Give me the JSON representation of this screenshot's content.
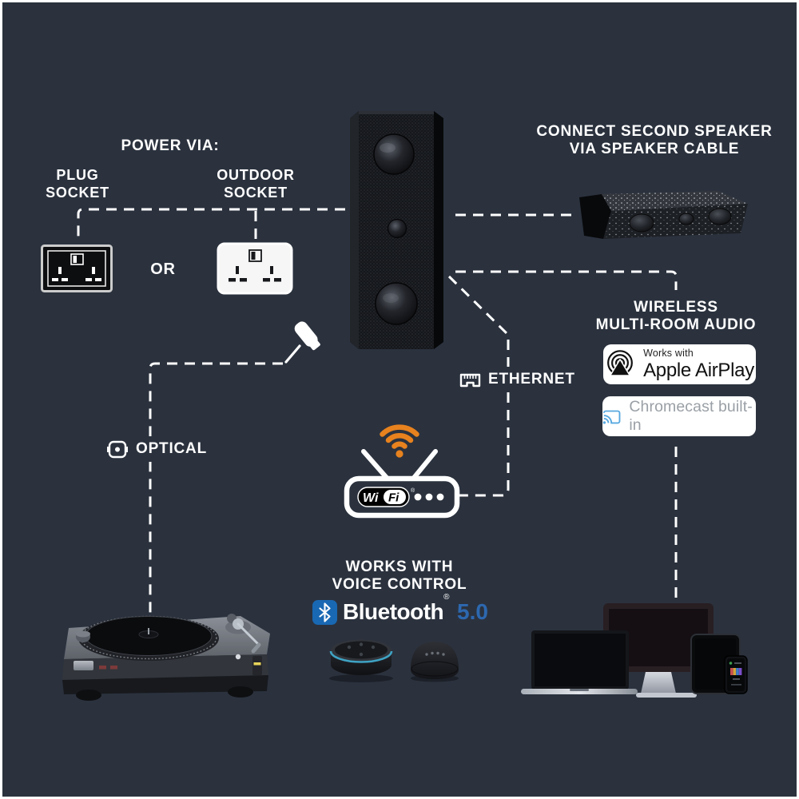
{
  "colors": {
    "background": "#2b323e",
    "line_white": "#ffffff",
    "wifi_orange": "#e8821e",
    "bluetooth_blue": "#1968b3",
    "bluetooth_version_blue": "#2d68b0",
    "chromecast_blue": "#57a8e0",
    "chromecast_text_gray": "#9aa0a6"
  },
  "power": {
    "title": "POWER VIA:",
    "plug": {
      "line1": "PLUG",
      "line2": "SOCKET"
    },
    "outdoor": {
      "line1": "OUTDOOR",
      "line2": "SOCKET"
    },
    "or": "OR"
  },
  "second_speaker": {
    "line1": "CONNECT SECOND SPEAKER",
    "line2": "VIA SPEAKER CABLE"
  },
  "multiroom": {
    "line1": "WIRELESS",
    "line2": "MULTI-ROOM AUDIO",
    "airplay": {
      "small": "Works with",
      "label": "Apple AirPlay"
    },
    "chromecast": {
      "label": "Chromecast built-in"
    }
  },
  "ports": {
    "ethernet": "ETHERNET",
    "optical": "OPTICAL"
  },
  "wifi": {
    "wi": "Wi",
    "fi": "Fi",
    "reg": "®"
  },
  "voice": {
    "line1": "WORKS WITH",
    "line2": "VOICE CONTROL",
    "bluetooth": "Bluetooth",
    "reg": "®",
    "version": "5.0"
  }
}
